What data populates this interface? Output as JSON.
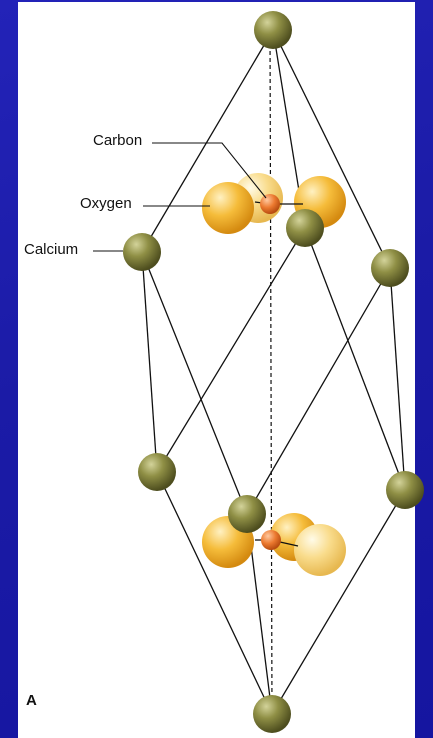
{
  "labels": {
    "carbon": "Carbon",
    "oxygen": "Oxygen",
    "calcium": "Calcium",
    "panel_letter": "A"
  },
  "colors": {
    "background": "#1a1aa0",
    "panel": "#ffffff",
    "calcium": "#8a8a40",
    "oxygen": "#f2b630",
    "oxygen_light": "#f7d98a",
    "carbon": "#e8772e",
    "lines": "#111111"
  }
}
